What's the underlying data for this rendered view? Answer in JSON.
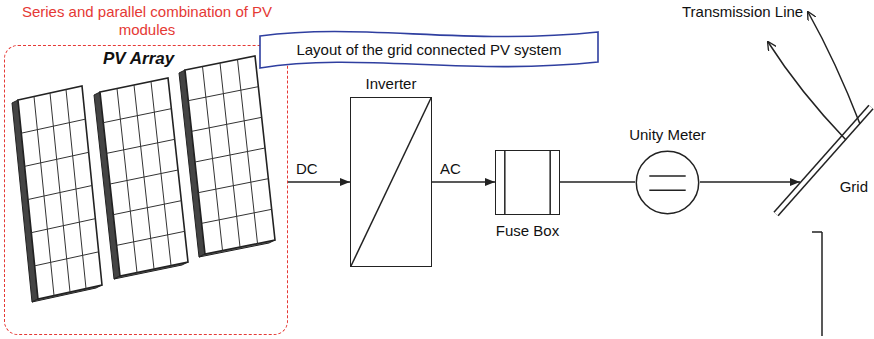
{
  "diagram": {
    "nodes": [
      {
        "text": [
          "Series and parallel combination of PV modules",
          "PV Array"
        ]
      },
      {
        "text": [
          "Layout of the grid connected PV system"
        ]
      },
      {
        "text": [
          "Inverter"
        ]
      },
      {
        "text": [
          "Fuse Box"
        ]
      },
      {
        "text": [
          "Unity Meter"
        ]
      },
      {
        "text": [
          "Grid"
        ]
      }
    ],
    "edges": [
      {
        "from": 0,
        "to": 2,
        "label": "DC",
        "arrow": "to"
      },
      {
        "from": 2,
        "to": 3,
        "label": "AC",
        "arrow": "to"
      },
      {
        "from": 3,
        "to": 4,
        "arrow": "none"
      },
      {
        "from": 4,
        "to": 5,
        "arrow": "to"
      }
    ],
    "labels": [
      "Transmission Line"
    ]
  }
}
